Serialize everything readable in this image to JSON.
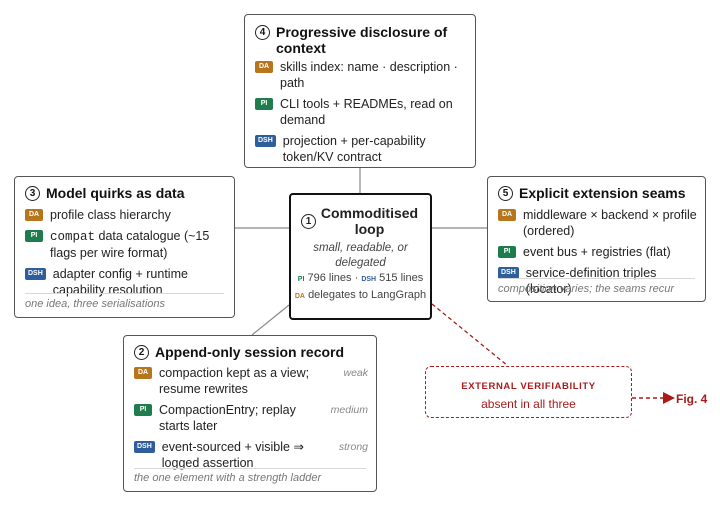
{
  "tags": {
    "da": "DA",
    "pi": "PI",
    "dsh": "DSH"
  },
  "colors": {
    "da": "#b7761c",
    "pi": "#1f7d4d",
    "dsh": "#2e5e9b",
    "external": "#a91b1b"
  },
  "center": {
    "number": "1",
    "title": "Commoditised loop",
    "subtitle": "small, readable, or delegated",
    "pi_lines": "796 lines",
    "separator": "·",
    "dsh_lines": "515 lines",
    "da_delegates": "delegates to LangGraph"
  },
  "box4": {
    "number": "4",
    "title": "Progressive disclosure of context",
    "items": [
      {
        "tag": "DA",
        "text": "skills index: name · description · path"
      },
      {
        "tag": "PI",
        "text": "CLI tools + READMEs, read on demand"
      },
      {
        "tag": "DSH",
        "text": "projection + per-capability token/KV contract"
      }
    ]
  },
  "box3": {
    "number": "3",
    "title": "Model quirks as data",
    "items": [
      {
        "tag": "DA",
        "text": "profile class hierarchy"
      },
      {
        "tag": "PI",
        "code": "compat",
        "text": " data catalogue (~15 flags per wire format)"
      },
      {
        "tag": "DSH",
        "text": "adapter config + runtime capability resolution"
      }
    ],
    "footnote": "one idea, three serialisations"
  },
  "box5": {
    "number": "5",
    "title": "Explicit extension seams",
    "items": [
      {
        "tag": "DA",
        "text": "middleware × backend × profile (ordered)"
      },
      {
        "tag": "PI",
        "text": "event bus + registries (flat)"
      },
      {
        "tag": "DSH",
        "text": "service-definition triples (locator)"
      }
    ],
    "footnote": "composition varies; the seams recur"
  },
  "box2": {
    "number": "2",
    "title": "Append-only session record",
    "items": [
      {
        "tag": "DA",
        "text": "compaction kept as a view; resume rewrites",
        "strength": "weak"
      },
      {
        "tag": "PI",
        "text": "CompactionEntry; replay starts later",
        "strength": "medium"
      },
      {
        "tag": "DSH",
        "text": "event-sourced + visible ⇒ logged assertion",
        "strength": "strong"
      }
    ],
    "footnote": "the one element with a strength ladder"
  },
  "external": {
    "title": "EXTERNAL VERIFIABILITY",
    "subtitle": "absent in all three",
    "figure_ref": "Fig. 4"
  }
}
